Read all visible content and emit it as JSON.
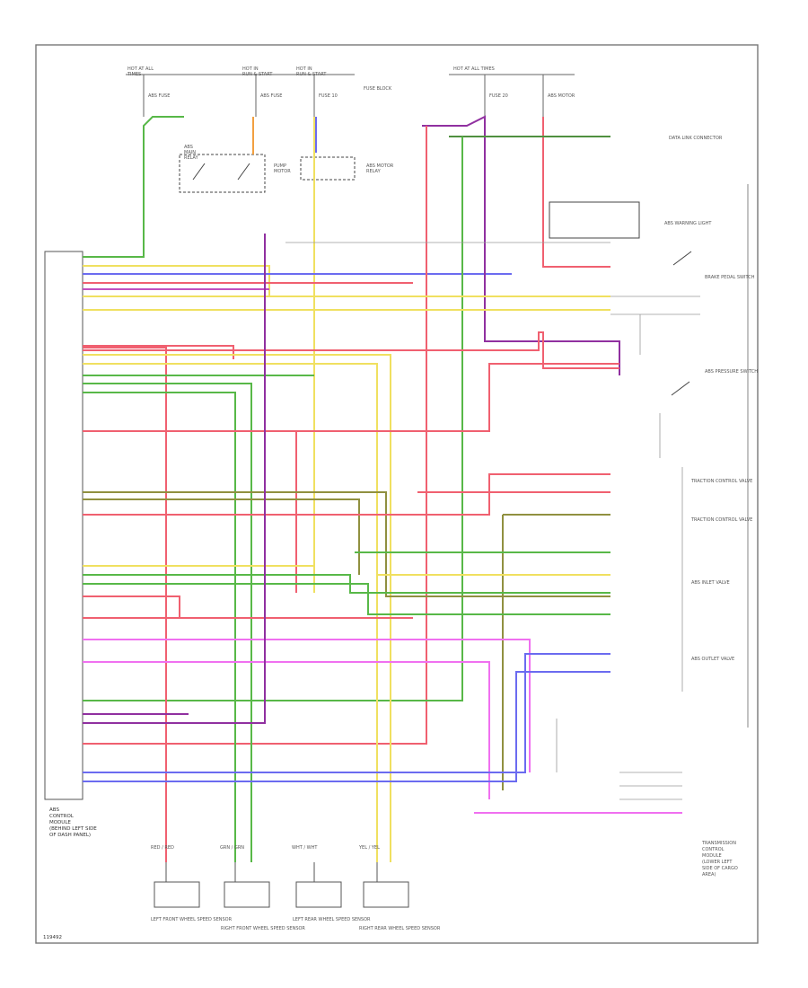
{
  "diagram": {
    "corner_code": "119492",
    "abs_unit_label": [
      "ABS",
      "CONTROL",
      "MODULE",
      "(BEHIND LEFT SIDE",
      "OF DASH PANEL)"
    ],
    "fuse_labels": [
      "HOT AT ALL",
      "TIMES",
      "HOT IN",
      "RUN & START",
      "HOT IN",
      "RUN & START",
      "HOT AT ALL TIMES"
    ],
    "fuse_names": [
      "ABS FUSE",
      "ABS FUSE",
      "FUSE 10",
      "FUSE BLOCK",
      "FUSE 20",
      "ABS MOTOR"
    ],
    "relay_labels": [
      "ABS",
      "MAIN",
      "RELAY",
      "ABS MOTOR",
      "RELAY",
      "PUMP",
      "MOTOR"
    ],
    "right_components": [
      "DATA LINK CONNECTOR",
      "ABS WARNING LIGHT",
      "BRAKE PEDAL SWITCH",
      "ABS PRESSURE SWITCH",
      "TRACTION CONTROL VALVE",
      "TRACTION CONTROL VALVE",
      "ABS INLET VALVE",
      "ABS OUTLET VALVE"
    ],
    "wheel_sensors": [
      "LEFT FRONT WHEEL SPEED SENSOR",
      "RIGHT FRONT WHEEL SPEED SENSOR",
      "LEFT REAR WHEEL SPEED SENSOR",
      "RIGHT REAR WHEEL SPEED SENSOR"
    ],
    "wheel_wire_labels": [
      "RED / RED",
      "GRN / GRN",
      "WHT / WHT",
      "YEL / YEL"
    ],
    "hydraulic_unit_label": [
      "TRANSMISSION",
      "CONTROL",
      "MODULE",
      "(LOWER LEFT",
      "SIDE OF CARGO",
      "AREA)"
    ]
  }
}
